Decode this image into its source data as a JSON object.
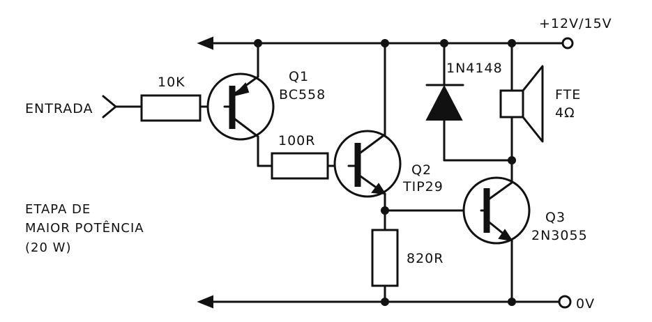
{
  "labels": {
    "supply": "+12V/15V",
    "ground": "0V",
    "input": "ENTRADA",
    "r_in": "10K",
    "r_mid": "100R",
    "r_low": "820R",
    "diode": "1N4148",
    "q1_name": "Q1",
    "q1_part": "BC558",
    "q2_name": "Q2",
    "q2_part": "TIP29",
    "q3_name": "Q3",
    "q3_part": "2N3055",
    "spk_name": "FTE",
    "spk_imp": "4Ω",
    "title_line1": "ETAPA DE",
    "title_line2": "MAIOR POTÊNCIA",
    "title_line3": "(20 W)"
  }
}
